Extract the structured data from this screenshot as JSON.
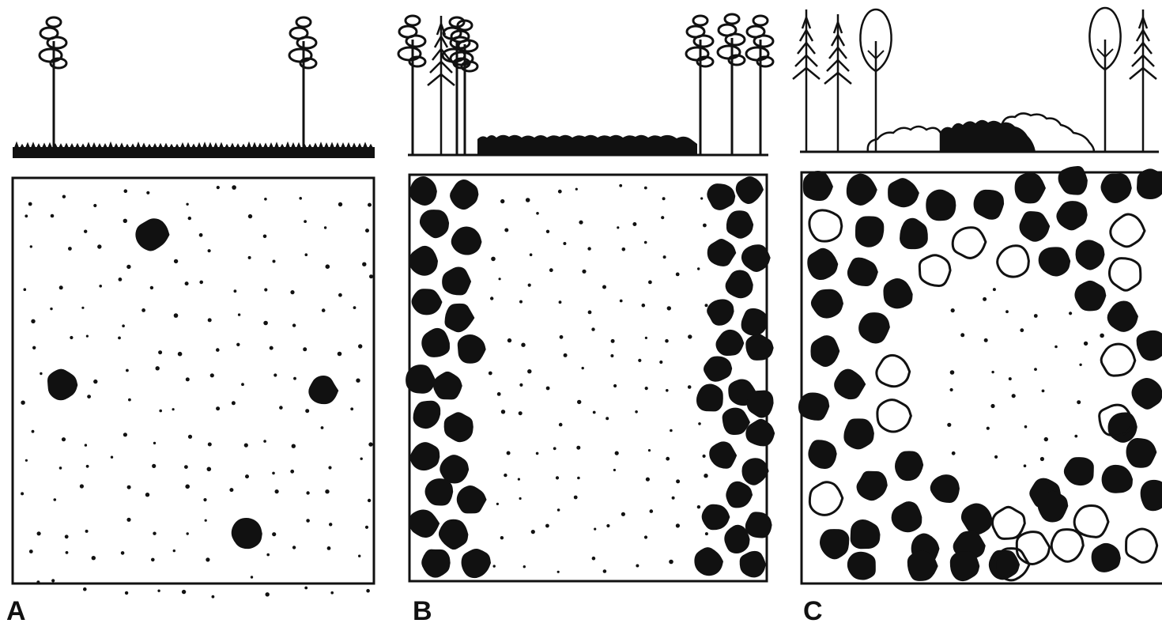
{
  "figure": {
    "panels": [
      {
        "id": "A",
        "label": "A",
        "variant": "sparse-pines"
      },
      {
        "id": "B",
        "label": "B",
        "variant": "pine-border"
      },
      {
        "id": "C",
        "label": "C",
        "variant": "mixed-border"
      }
    ]
  },
  "colors": {
    "ink": "#111111",
    "paper": "#ffffff"
  },
  "icons": {
    "pine": "pine-tree-icon",
    "spruce": "spruce-tree-icon",
    "deciduous": "deciduous-tree-icon"
  }
}
